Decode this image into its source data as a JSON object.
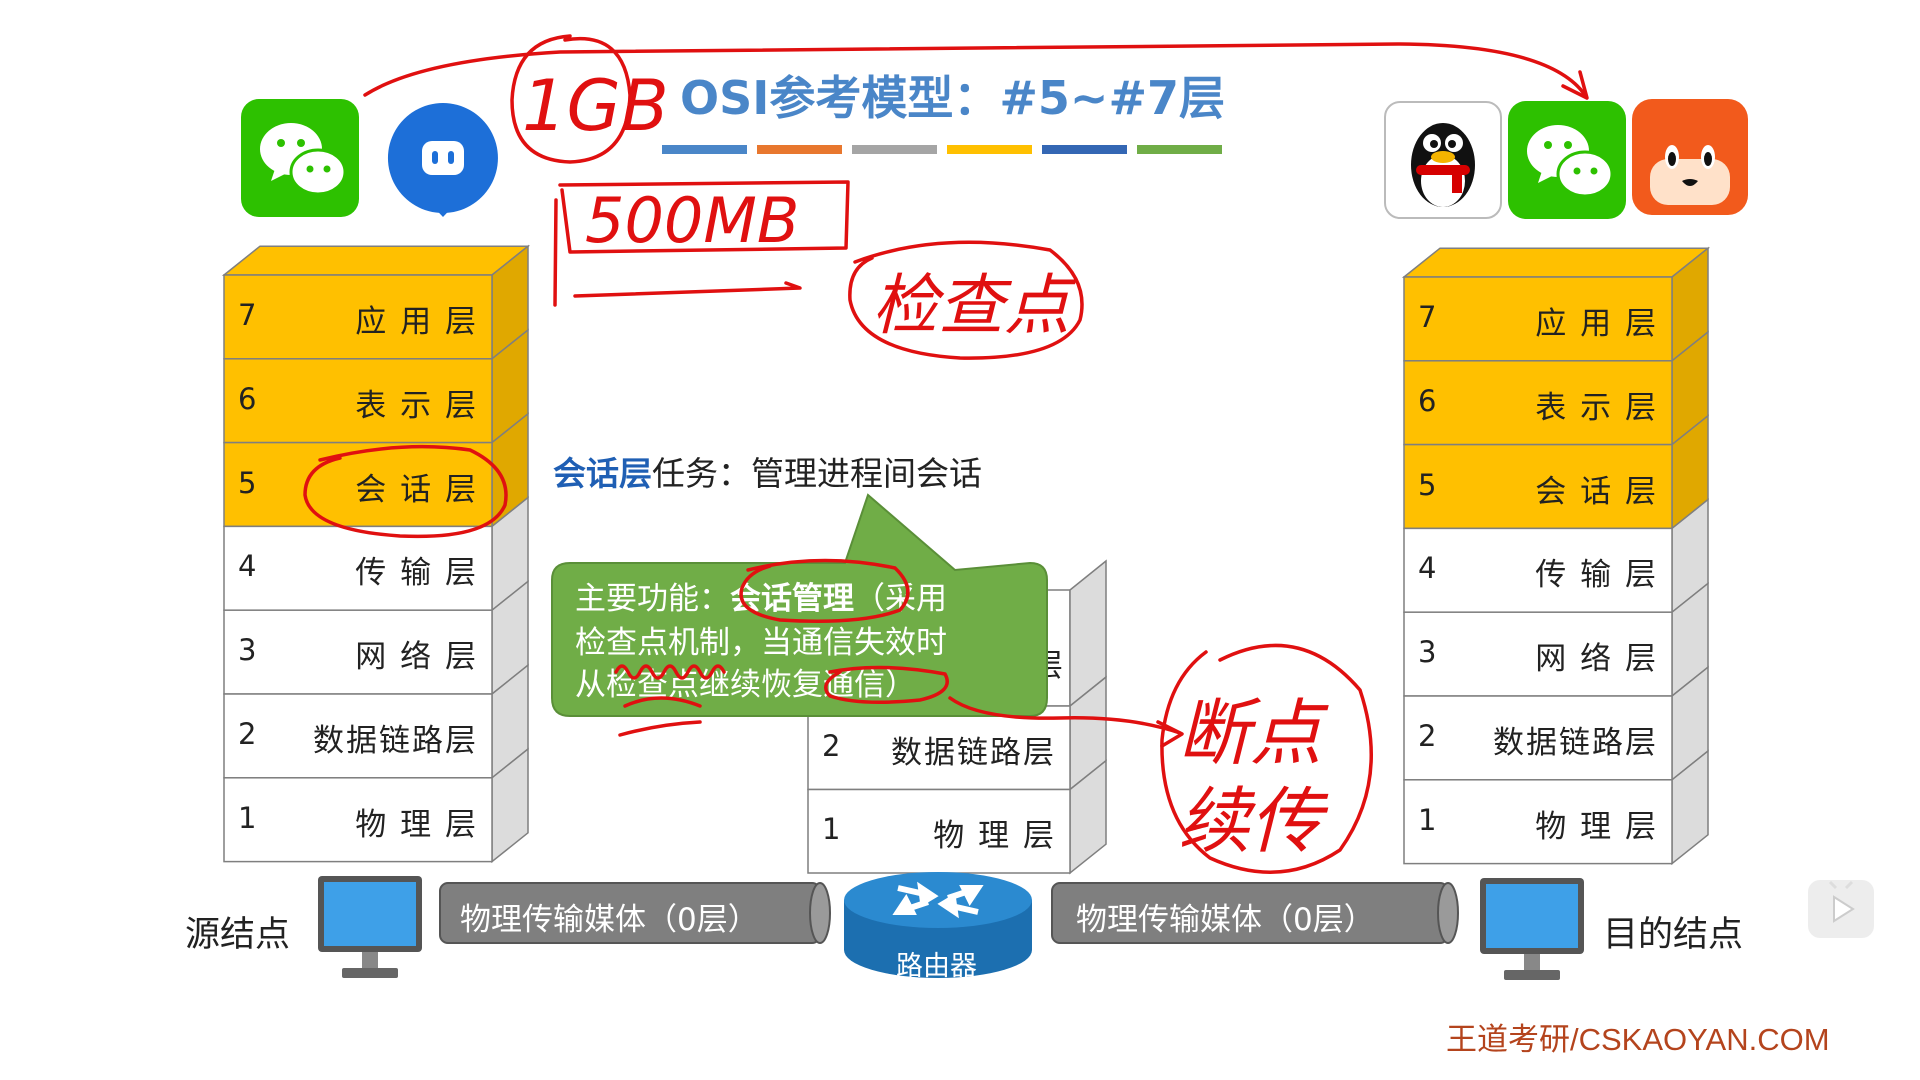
{
  "slide": {
    "title": "OSI参考模型：#5~#7层",
    "title_bar_colors": [
      "#4a86c8",
      "#e8772e",
      "#a5a5a5",
      "#ffc000",
      "#3467b4",
      "#70ad47"
    ],
    "watermark": {
      "uploader": "王道考研",
      "site": "bilibili"
    },
    "source_stack": {
      "layers": [
        {
          "num": "7",
          "name": "应用层"
        },
        {
          "num": "6",
          "name": "表示层"
        },
        {
          "num": "5",
          "name": "会话层"
        },
        {
          "num": "4",
          "name": "传输层"
        },
        {
          "num": "3",
          "name": "网络层"
        },
        {
          "num": "2",
          "name": "数据链路层"
        },
        {
          "num": "1",
          "name": "物理层"
        }
      ]
    },
    "dest_stack": {
      "layers": [
        {
          "num": "7",
          "name": "应用层"
        },
        {
          "num": "6",
          "name": "表示层"
        },
        {
          "num": "5",
          "name": "会话层"
        },
        {
          "num": "4",
          "name": "传输层"
        },
        {
          "num": "3",
          "name": "网络层"
        },
        {
          "num": "2",
          "name": "数据链路层"
        },
        {
          "num": "1",
          "name": "物理层"
        }
      ]
    },
    "router_stack": {
      "layers": [
        {
          "num": "2",
          "name": "数据链路层"
        },
        {
          "num": "1",
          "name": "物理层"
        }
      ],
      "hidden_partial_label": "层"
    },
    "session_task": {
      "highlight": "会话层",
      "rest": "任务：管理进程间会话"
    },
    "callout": {
      "prefix": "主要功能：",
      "highlight": "会话管理",
      "line1_rest": "（采用",
      "line2": "检查点机制，当通信失效时",
      "line3": "从检查点继续恢复通信）"
    },
    "source_label": "源结点",
    "dest_label": "目的结点",
    "router_label": "路由器",
    "medium_left": "物理传输媒体（0层）",
    "medium_right": "物理传输媒体（0层）",
    "footer": "王道考研/CSKAOYAN.COM",
    "apps_left": [
      "wechat-icon",
      "qq-style-chat-icon"
    ],
    "apps_right": [
      "qq-penguin-icon",
      "wechat-icon",
      "fox-app-icon"
    ],
    "handwriting": {
      "h1": "1GB",
      "h2": "500MB",
      "h3": "检查点",
      "h4": "断点续传"
    },
    "colors": {
      "accent_blue": "#4a86c8",
      "layer_orange": "#ffc000",
      "callout_green": "#70ad47",
      "pen_red": "#e01010",
      "media_gray": "#7f7f7f",
      "footer": "#b4441d"
    }
  }
}
